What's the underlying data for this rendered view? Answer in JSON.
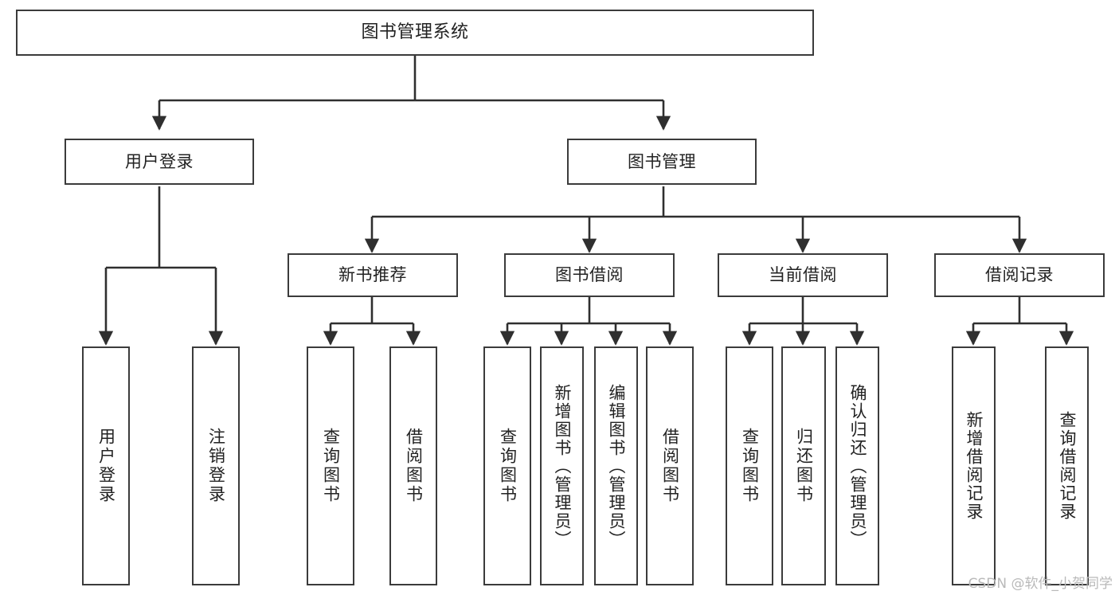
{
  "diagram": {
    "title": "图书管理系统",
    "watermark": "CSDN @软件_小贺同学",
    "colors": {
      "box_border": "#3b3b3b",
      "box_fill": "#ffffff",
      "edge": "#2f2f2f",
      "text": "#222222",
      "watermark": "#b9b9b9",
      "background": "#ffffff"
    },
    "levels": {
      "level0": [
        {
          "id": "root",
          "label": "图书管理系统"
        }
      ],
      "level1": [
        {
          "id": "user-login",
          "label": "用户登录"
        },
        {
          "id": "book-manage",
          "label": "图书管理"
        }
      ],
      "level2": [
        {
          "id": "new-book-rec",
          "label": "新书推荐"
        },
        {
          "id": "book-borrow",
          "label": "图书借阅"
        },
        {
          "id": "current-borrow",
          "label": "当前借阅"
        },
        {
          "id": "borrow-record",
          "label": "借阅记录"
        }
      ],
      "level3": [
        {
          "id": "leaf-user-login",
          "label": "用户登录",
          "parent": "user-login"
        },
        {
          "id": "leaf-logout",
          "label": "注销登录",
          "parent": "user-login"
        },
        {
          "id": "leaf-query-book-1",
          "label": "查询图书",
          "parent": "new-book-rec"
        },
        {
          "id": "leaf-borrow-book-1",
          "label": "借阅图书",
          "parent": "new-book-rec"
        },
        {
          "id": "leaf-query-book-2",
          "label": "查询图书",
          "parent": "book-borrow"
        },
        {
          "id": "leaf-add-book",
          "label": "新增图书（管理员）",
          "parent": "book-borrow"
        },
        {
          "id": "leaf-edit-book",
          "label": "编辑图书（管理员）",
          "parent": "book-borrow"
        },
        {
          "id": "leaf-borrow-book-2",
          "label": "借阅图书",
          "parent": "book-borrow"
        },
        {
          "id": "leaf-query-book-3",
          "label": "查询图书",
          "parent": "current-borrow"
        },
        {
          "id": "leaf-return-book",
          "label": "归还图书",
          "parent": "current-borrow"
        },
        {
          "id": "leaf-confirm-return",
          "label": "确认归还（管理员）",
          "parent": "current-borrow"
        },
        {
          "id": "leaf-add-record",
          "label": "新增借阅记录",
          "parent": "borrow-record"
        },
        {
          "id": "leaf-query-record",
          "label": "查询借阅记录",
          "parent": "borrow-record"
        }
      ]
    }
  }
}
